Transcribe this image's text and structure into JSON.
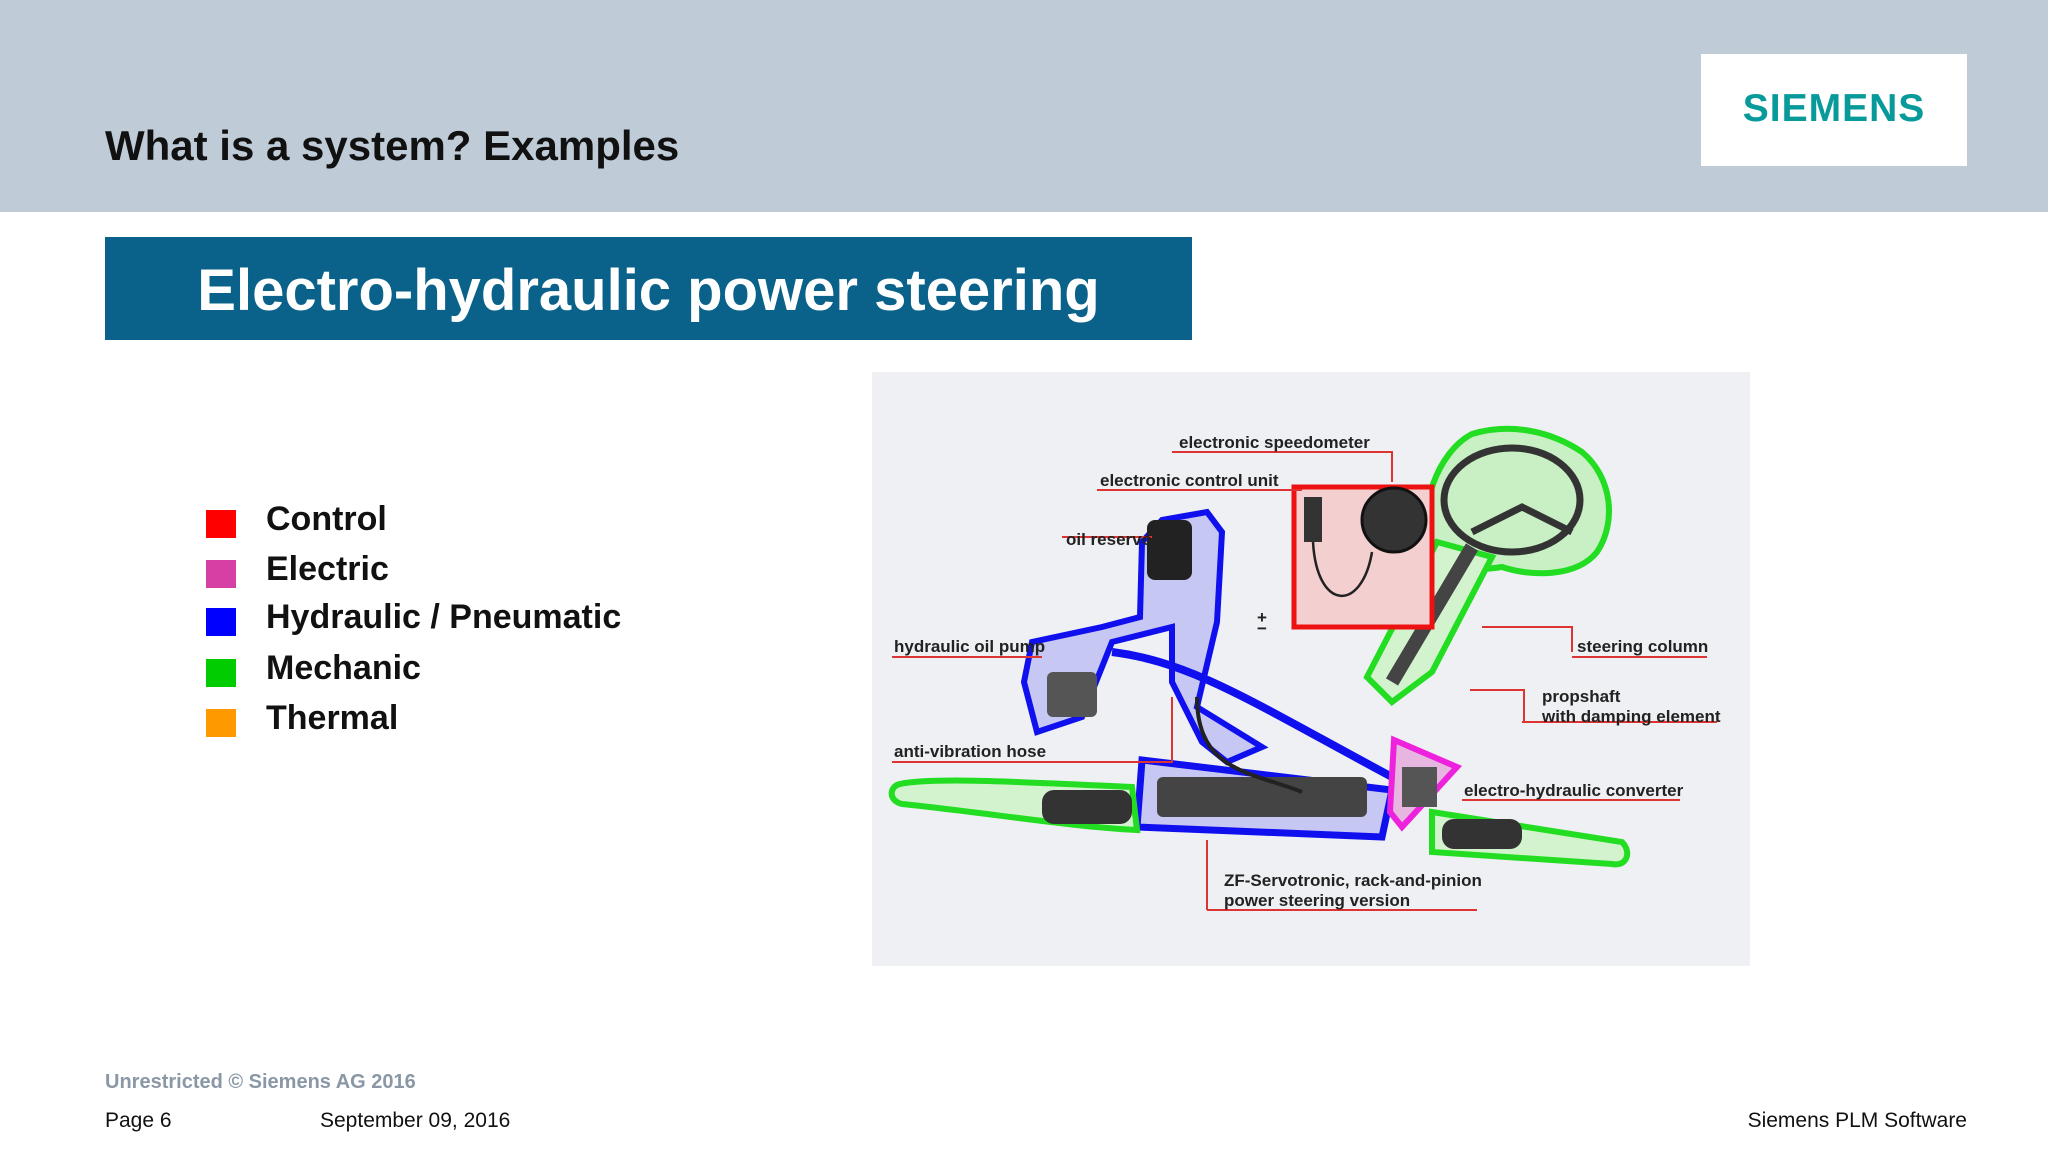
{
  "header": {
    "title": "What is a system? Examples",
    "logo": "SIEMENS"
  },
  "banner": {
    "title": "Electro-hydraulic power steering"
  },
  "legend": [
    {
      "label": "Control",
      "color": "#ff0000"
    },
    {
      "label": "Electric",
      "color": "#d63fa3"
    },
    {
      "label": "Hydraulic / Pneumatic",
      "color": "#0000ff"
    },
    {
      "label": "Mechanic",
      "color": "#00cc00"
    },
    {
      "label": "Thermal",
      "color": "#ff9900"
    }
  ],
  "diagram": {
    "labels": {
      "speedometer": "electronic speedometer",
      "ecu": "electronic control unit",
      "oil_reservoir": "oil reservoir",
      "pump": "hydraulic oil pump",
      "hose": "anti-vibration hose",
      "steering_column": "steering column",
      "propshaft_line1": "propshaft",
      "propshaft_line2": "with damping element",
      "converter": "electro-hydraulic converter",
      "servotronic_line1": "ZF-Servotronic, rack-and-pinion",
      "servotronic_line2": "power steering version",
      "battery_plus": "+",
      "battery_minus": "−"
    }
  },
  "footer": {
    "copyright": "Unrestricted © Siemens AG 2016",
    "page": "Page 6",
    "date": "September 09, 2016",
    "company": "Siemens PLM Software"
  }
}
